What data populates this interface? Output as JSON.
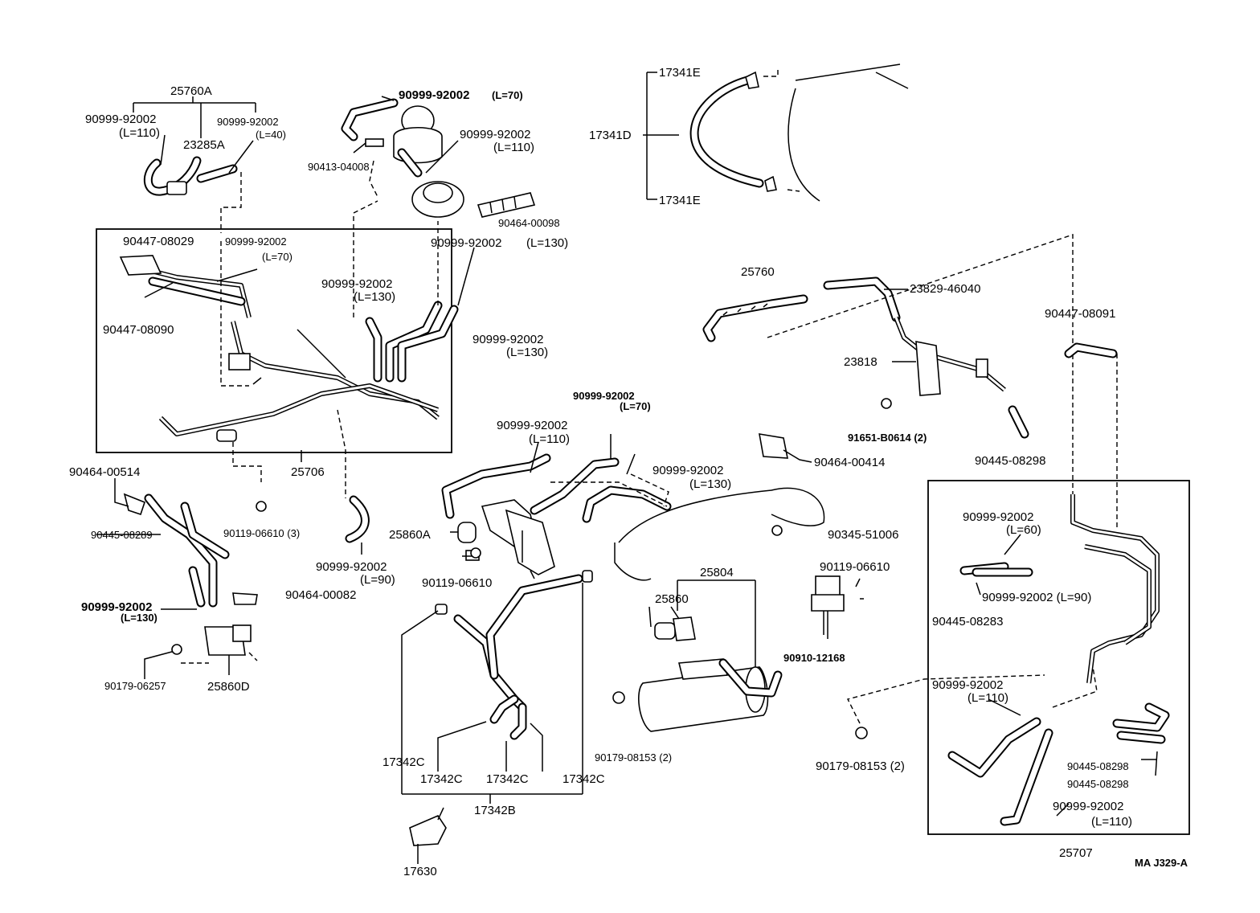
{
  "diagram": {
    "code": "MA  J329-A",
    "labels": {
      "l25760A": "25760A",
      "l90999_110_a": "90999-92002",
      "l90999_110_a_len": "(L=110)",
      "l23285A": "23285A",
      "l90999_40": "90999-92002",
      "l90999_40_len": "(L=40)",
      "l90999_70_top": "90999-92002",
      "l90999_70_top_len": "(L=70)",
      "l90999_110_top": "90999-92002",
      "l90999_110_top_len": "(L=110)",
      "l90413": "90413-04008",
      "l90464_00098": "90464-00098",
      "l90999_130_a": "90999-92002",
      "l90999_130_a_len": "(L=130)",
      "l90447_08029": "90447-08029",
      "l90999_70_b": "90999-92002",
      "l90999_70_b_len": "(L=70)",
      "l90447_08090": "90447-08090",
      "l90999_130_b": "90999-92002",
      "l90999_130_b_len": "(L=130)",
      "l90999_130_c": "90999-92002",
      "l90999_130_c_len": "(L=130)",
      "l25706": "25706",
      "l17341E_a": "17341E",
      "l17341D": "17341D",
      "l17341E_b": "17341E",
      "l25760": "25760",
      "l23829": "23829-46040",
      "l90447_08091": "90447-08091",
      "l23818": "23818",
      "l91651": "91651-B0614 (2)",
      "l90464_00414": "90464-00414",
      "l90445_08298_a": "90445-08298",
      "l90999_70_c": "90999-92002",
      "l90999_70_c_len": "(L=70)",
      "l90999_110_c": "90999-92002",
      "l90999_110_c_len": "(L=110)",
      "l90999_130_d": "90999-92002",
      "l90999_130_d_len": "(L=130)",
      "l90464_00514": "90464-00514",
      "l90445_08289": "90445-08289",
      "l90119_06610_3": "90119-06610 (3)",
      "l90999_90_a": "90999-92002",
      "l90999_90_a_len": "(L=90)",
      "l25860A": "25860A",
      "l90119_06610_a": "90119-06610",
      "l90345": "90345-51006",
      "l90119_06610_b": "90119-06610",
      "l90999_130_e": "90999-92002",
      "l90999_130_e_len": "(L=130)",
      "l90464_00082": "90464-00082",
      "l90179_06257": "90179-06257",
      "l25860D": "25860D",
      "l25804": "25804",
      "l25860": "25860",
      "l90910": "90910-12168",
      "l90179_08153_a": "90179-08153 (2)",
      "l90179_08153_b": "90179-08153 (2)",
      "l90999_60": "90999-92002",
      "l90999_60_len": "(L=60)",
      "l90999_90_b": "90999-92002 (L=90)",
      "l90445_08283": "90445-08283",
      "l90999_110_d": "90999-92002",
      "l90999_110_d_len": "(L=110)",
      "l90445_08298_b": "90445-08298",
      "l90445_08298_c": "90445-08298",
      "l90999_110_e": "90999-92002",
      "l90999_110_e_len": "(L=110)",
      "l25707": "25707",
      "l17342C_a": "17342C",
      "l17342C_b": "17342C",
      "l17342C_c": "17342C",
      "l17342C_d": "17342C",
      "l17342B": "17342B",
      "l17630": "17630"
    }
  }
}
